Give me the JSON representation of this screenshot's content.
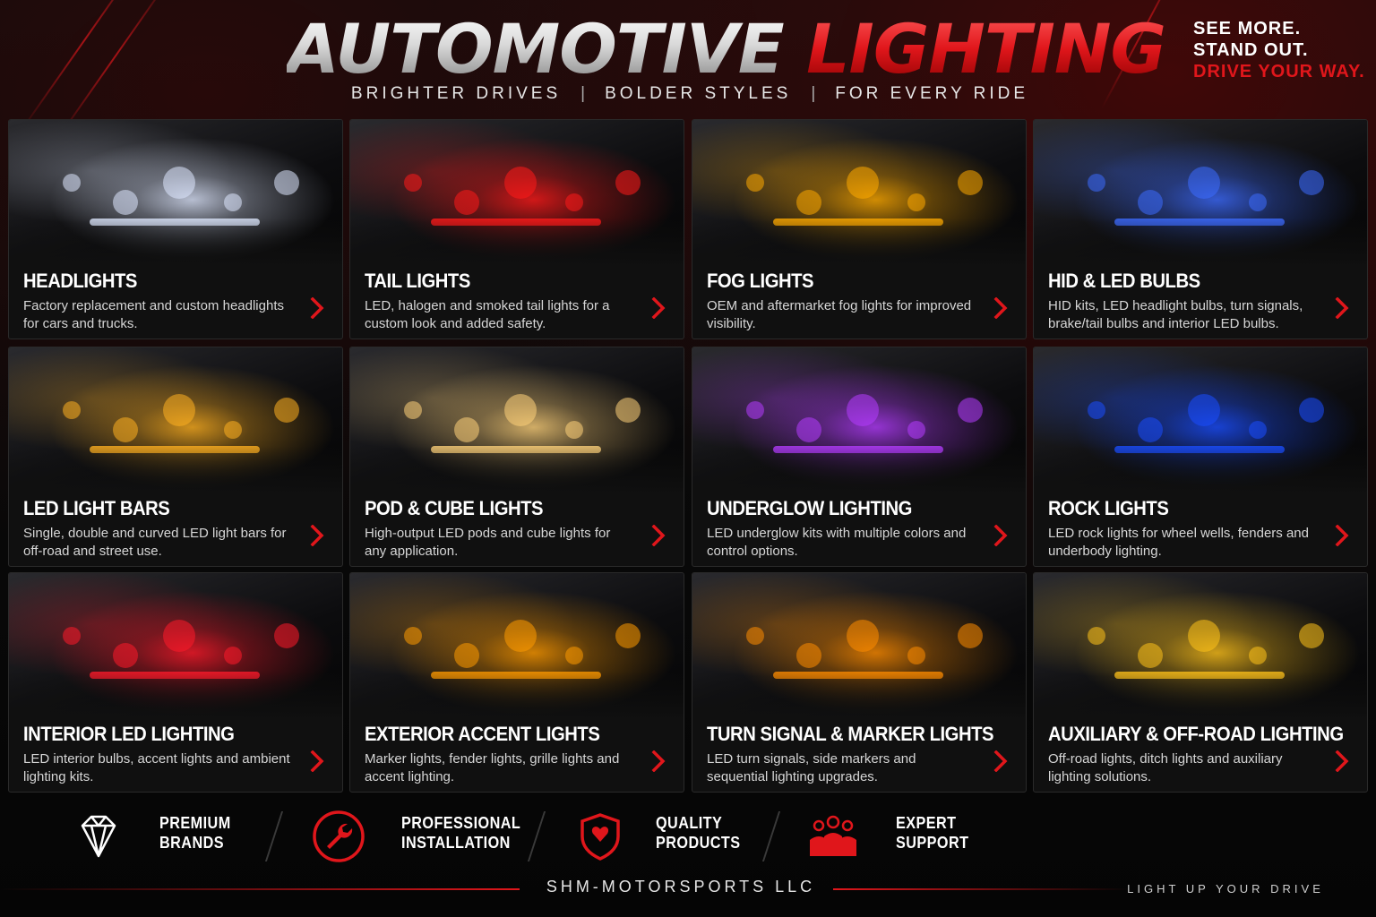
{
  "header": {
    "title_part1": "AUTOMOTIVE",
    "title_part2": "LIGHTING",
    "subtitle": [
      "BRIGHTER DRIVES",
      "BOLDER STYLES",
      "FOR EVERY RIDE"
    ],
    "subtitle_separator": "|",
    "tagline": [
      "SEE MORE.",
      "STAND OUT.",
      "DRIVE YOUR WAY."
    ]
  },
  "colors": {
    "accent": "#e0161b",
    "background": "#070707",
    "card": "#101010"
  },
  "categories": [
    {
      "title": "HEADLIGHTS",
      "desc": "Factory replacement and custom headlights for cars and trucks.",
      "glow": "#dfe8ff",
      "icon": "headlight-image"
    },
    {
      "title": "TAIL LIGHTS",
      "desc": "LED, halogen and smoked tail lights for a custom look and added safety.",
      "glow": "#ff1a1a",
      "icon": "taillight-image"
    },
    {
      "title": "FOG LIGHTS",
      "desc": "OEM and aftermarket fog lights for improved visibility.",
      "glow": "#ffaa00",
      "icon": "foglight-image"
    },
    {
      "title": "HID & LED BULBS",
      "desc": "HID kits, LED headlight bulbs, turn signals, brake/tail bulbs and interior LED bulbs.",
      "glow": "#3d6bff",
      "icon": "bulbs-image"
    },
    {
      "title": "LED LIGHT BARS",
      "desc": "Single, double and curved LED light bars for off-road and street use.",
      "glow": "#ffb020",
      "icon": "lightbar-image"
    },
    {
      "title": "POD & CUBE LIGHTS",
      "desc": "High-output LED pods and cube lights for any application.",
      "glow": "#ffd27a",
      "icon": "pod-image"
    },
    {
      "title": "UNDERGLOW LIGHTING",
      "desc": "LED underglow kits with multiple colors and control options.",
      "glow": "#b43cff",
      "icon": "underglow-image"
    },
    {
      "title": "ROCK LIGHTS",
      "desc": "LED rock lights for wheel wells, fenders and underbody lighting.",
      "glow": "#1a4dff",
      "icon": "rocklight-image"
    },
    {
      "title": "INTERIOR LED LIGHTING",
      "desc": "LED interior bulbs, accent lights and ambient lighting kits.",
      "glow": "#ff1a2a",
      "icon": "interior-image"
    },
    {
      "title": "EXTERIOR ACCENT LIGHTS",
      "desc": "Marker lights, fender lights, grille lights and accent lighting.",
      "glow": "#ff9a00",
      "icon": "accent-image"
    },
    {
      "title": "TURN SIGNAL & MARKER LIGHTS",
      "desc": "LED turn signals, side markers and sequential lighting upgrades.",
      "glow": "#ff8c00",
      "icon": "mirror-image"
    },
    {
      "title": "AUXILIARY & OFF-ROAD LIGHTING",
      "desc": "Off-road lights, ditch lights and auxiliary lighting solutions.",
      "glow": "#ffc21a",
      "icon": "offroad-image"
    }
  ],
  "features": [
    {
      "line1": "PREMIUM",
      "line2": "BRANDS",
      "icon": "diamond-icon"
    },
    {
      "line1": "PROFESSIONAL",
      "line2": "INSTALLATION",
      "icon": "wrench-icon"
    },
    {
      "line1": "QUALITY",
      "line2": "PRODUCTS",
      "icon": "shield-icon"
    },
    {
      "line1": "EXPERT",
      "line2": "SUPPORT",
      "icon": "team-icon"
    }
  ],
  "footer": {
    "brand": "SHM-MOTORSPORTS LLC",
    "slogan": "LIGHT UP YOUR DRIVE"
  }
}
